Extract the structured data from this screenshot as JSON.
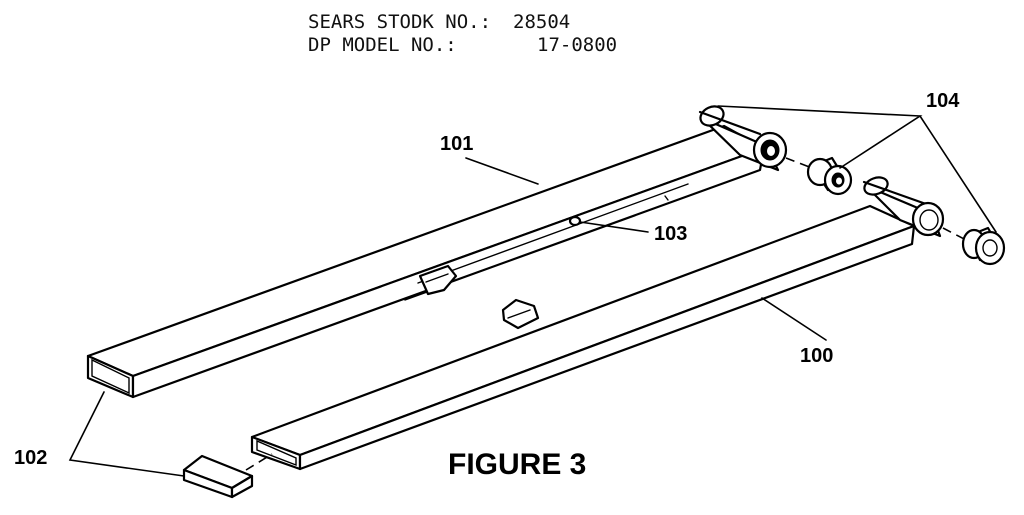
{
  "header": {
    "stock_label": "SEARS STODK NO.:",
    "stock_value": "28504",
    "model_label": "DP MODEL NO.:",
    "model_value": "17-0800"
  },
  "callouts": {
    "part_100": "100",
    "part_101": "101",
    "part_102": "102",
    "part_103": "103",
    "part_104": "104"
  },
  "caption": "FIGURE 3"
}
